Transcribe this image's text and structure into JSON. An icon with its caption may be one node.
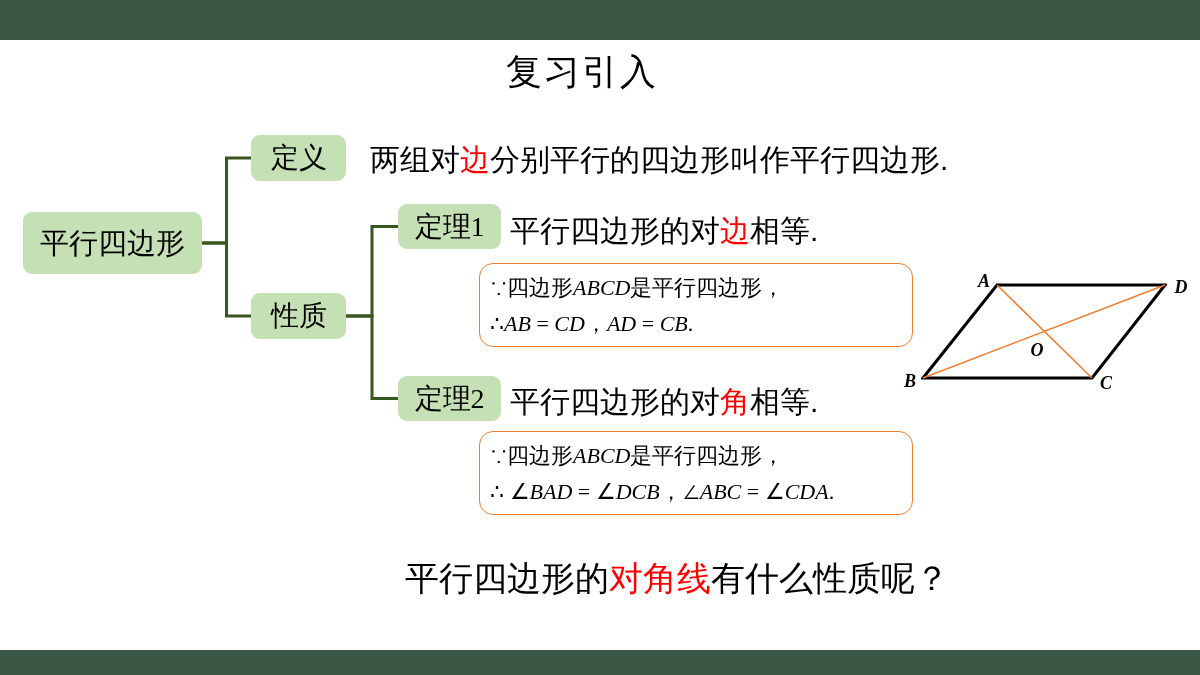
{
  "diagram": {
    "title": "复习引入",
    "nodes": [
      {
        "text": [
          "平行四边形"
        ]
      },
      {
        "text": [
          "定义"
        ],
        "beside": [
          "两组对**边**分别平行的四边形叫作平行四边形."
        ]
      },
      {
        "text": [
          "性质"
        ]
      },
      {
        "text": [
          "定理1"
        ],
        "beside": [
          "平行四边形的对**边**相等."
        ]
      },
      {
        "text": [
          "∵四边形ABCD是平行四边形，",
          "∴AB = CD，AD = CB."
        ]
      },
      {
        "text": [
          "定理2"
        ],
        "beside": [
          "平行四边形的对**角**相等."
        ]
      },
      {
        "text": [
          "∵四边形ABCD是平行四边形，",
          "∴ ∠BAD = ∠DCB，∠ABC = ∠CDA."
        ]
      }
    ],
    "edges": [
      {
        "from": 0,
        "to": 1,
        "arrow": "none"
      },
      {
        "from": 0,
        "to": 2,
        "arrow": "none"
      },
      {
        "from": 2,
        "to": 3,
        "arrow": "none"
      },
      {
        "from": 2,
        "to": 5,
        "arrow": "none"
      }
    ],
    "labels": [
      "A",
      "D",
      "O",
      "B",
      "C",
      "平行四边形的**对角线**有什么性质呢？"
    ]
  }
}
